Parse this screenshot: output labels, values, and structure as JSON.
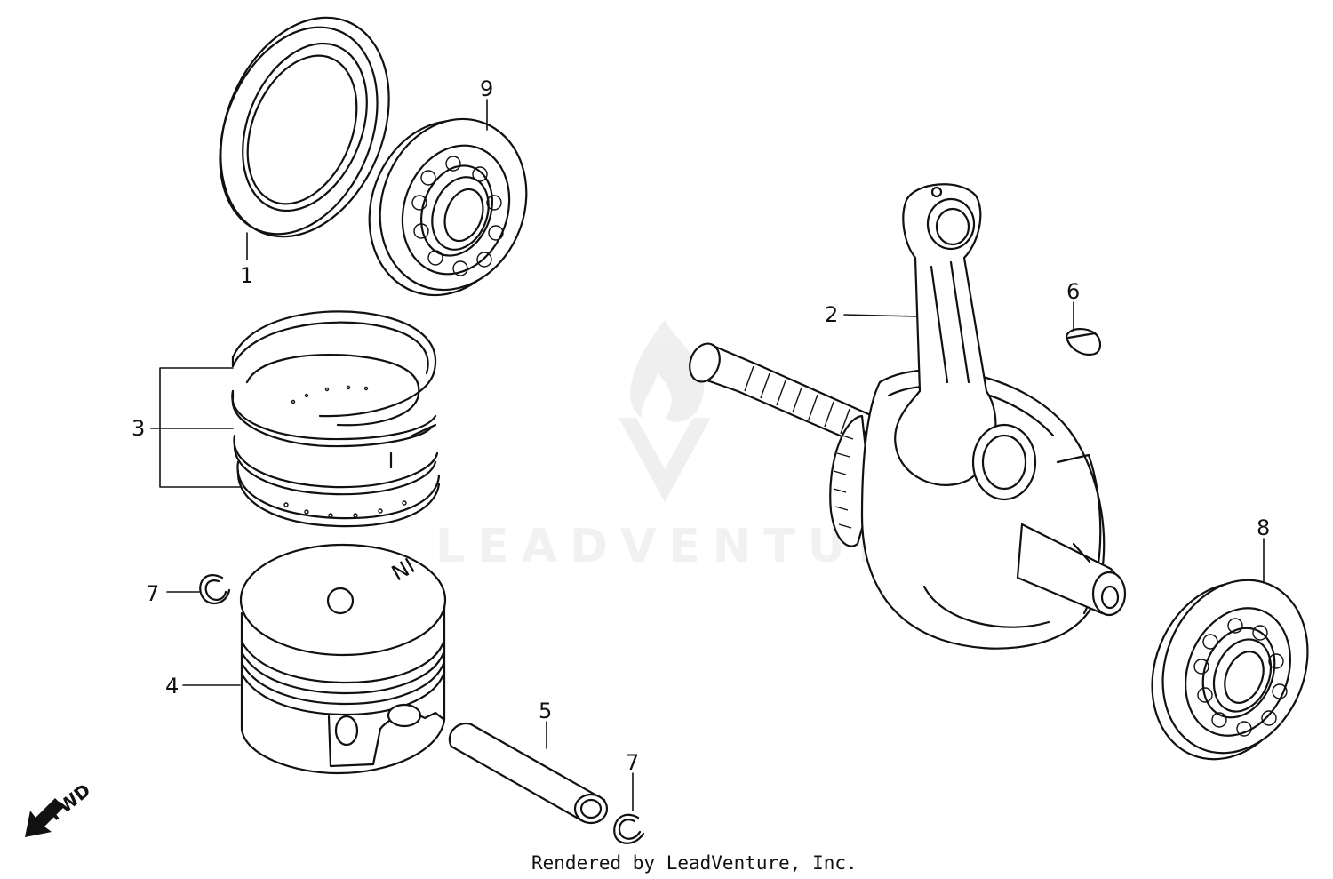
{
  "watermark": {
    "text": "LEADVENTURE"
  },
  "footer": {
    "credit": "Rendered by LeadVenture, Inc."
  },
  "direction_indicator": {
    "label": "FWD",
    "icon": "arrow-down-left-icon"
  },
  "callouts": [
    {
      "id": "1",
      "label": "1",
      "part": "oil-seal"
    },
    {
      "id": "2",
      "label": "2",
      "part": "crankshaft-connecting-rod"
    },
    {
      "id": "3",
      "label": "3",
      "part": "piston-ring-set"
    },
    {
      "id": "4",
      "label": "4",
      "part": "piston"
    },
    {
      "id": "5",
      "label": "5",
      "part": "piston-pin"
    },
    {
      "id": "6",
      "label": "6",
      "part": "woodruff-key"
    },
    {
      "id": "7a",
      "label": "7",
      "part": "piston-pin-clip"
    },
    {
      "id": "7b",
      "label": "7",
      "part": "piston-pin-clip"
    },
    {
      "id": "8",
      "label": "8",
      "part": "radial-ball-bearing"
    },
    {
      "id": "9",
      "label": "9",
      "part": "radial-ball-bearing"
    }
  ],
  "piston_marking": "IN"
}
